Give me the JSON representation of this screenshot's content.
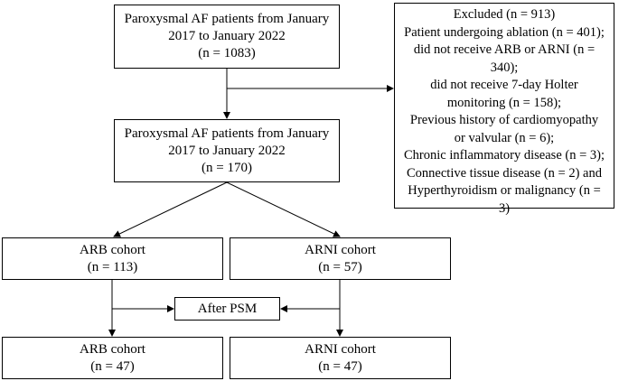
{
  "boxes": {
    "initial": {
      "lines": [
        "Paroxysmal AF patients from January",
        "2017 to January 2022",
        "(n = 1083)"
      ]
    },
    "excluded": {
      "lines": [
        "Excluded (n = 913)",
        "Patient undergoing ablation (n = 401);",
        "did not receive ARB or ARNI (n =",
        "340);",
        "did not receive 7-day Holter",
        "monitoring (n = 158);",
        "Previous history of cardiomyopathy",
        "or valvular (n = 6);",
        "Chronic inflammatory disease (n = 3);",
        "Connective tissue disease (n = 2) and",
        "Hyperthyroidism or malignancy (n =",
        "3)"
      ]
    },
    "included": {
      "lines": [
        "Paroxysmal AF patients from January",
        "2017 to January 2022",
        "(n = 170)"
      ]
    },
    "arb_pre": {
      "lines": [
        "ARB cohort",
        "(n = 113)"
      ]
    },
    "arni_pre": {
      "lines": [
        "ARNI cohort",
        "(n = 57)"
      ]
    },
    "psm": {
      "label": "After PSM"
    },
    "arb_post": {
      "lines": [
        "ARB cohort",
        "(n = 47)"
      ]
    },
    "arni_post": {
      "lines": [
        "ARNI cohort",
        "(n = 47)"
      ]
    }
  },
  "colors": {
    "stroke": "#000000",
    "background": "#ffffff",
    "text": "#000000"
  }
}
